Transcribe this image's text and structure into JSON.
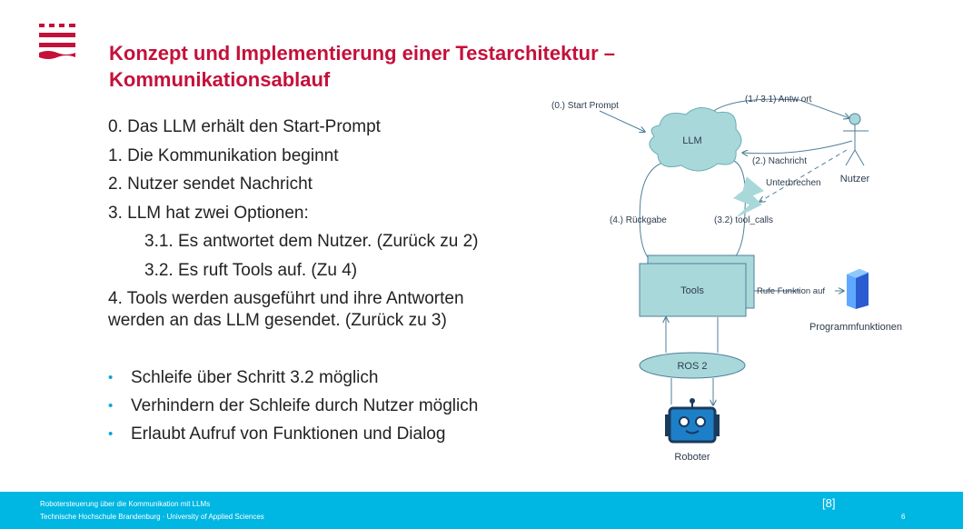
{
  "title_line1": "Konzept und Implementierung einer Testarchitektur –",
  "title_line2": "Kommunikationsablauf",
  "steps": [
    "0. Das LLM erhält den Start-Prompt",
    "1. Die Kommunikation beginnt",
    "2. Nutzer sendet Nachricht",
    "3. LLM hat zwei Optionen:",
    "3.1. Es antwortet dem Nutzer. (Zurück zu 2)",
    "3.2. Es ruft Tools auf. (Zu 4)",
    "4. Tools werden ausgeführt und ihre Antworten werden an das LLM gesendet. (Zurück zu 3)"
  ],
  "bullets": [
    "Schleife über Schritt 3.2 möglich",
    "Verhindern der Schleife durch Nutzer möglich",
    "Erlaubt Aufruf von Funktionen und Dialog"
  ],
  "diagram": {
    "start_prompt": "(0.) Start Prompt",
    "llm": "LLM",
    "antwort": "(1./ 3.1) Antw ort",
    "nutzer": "Nutzer",
    "nachricht": "(2.) Nachricht",
    "unterbrechen": "Unterbrechen",
    "rueckgabe": "(4.) Rückgabe",
    "tool_calls": "(3.2) tool_calls",
    "tools": "Tools",
    "rufe_funktion": "Rufe Funktion auf",
    "programmfunktionen": "Programmfunktionen",
    "ros2": "ROS 2",
    "roboter": "Roboter"
  },
  "footer": {
    "line1": "Robotersteuerung über die Kommunikation mit LLMs",
    "line2": "Technische Hochschule Brandenburg · University of Applied Sciences",
    "reference": "[8]",
    "page": "6"
  },
  "colors": {
    "accent": "#c5103a",
    "footer": "#00b6e2",
    "shape_fill": "#a8d8da",
    "line": "#4f7f9a"
  }
}
